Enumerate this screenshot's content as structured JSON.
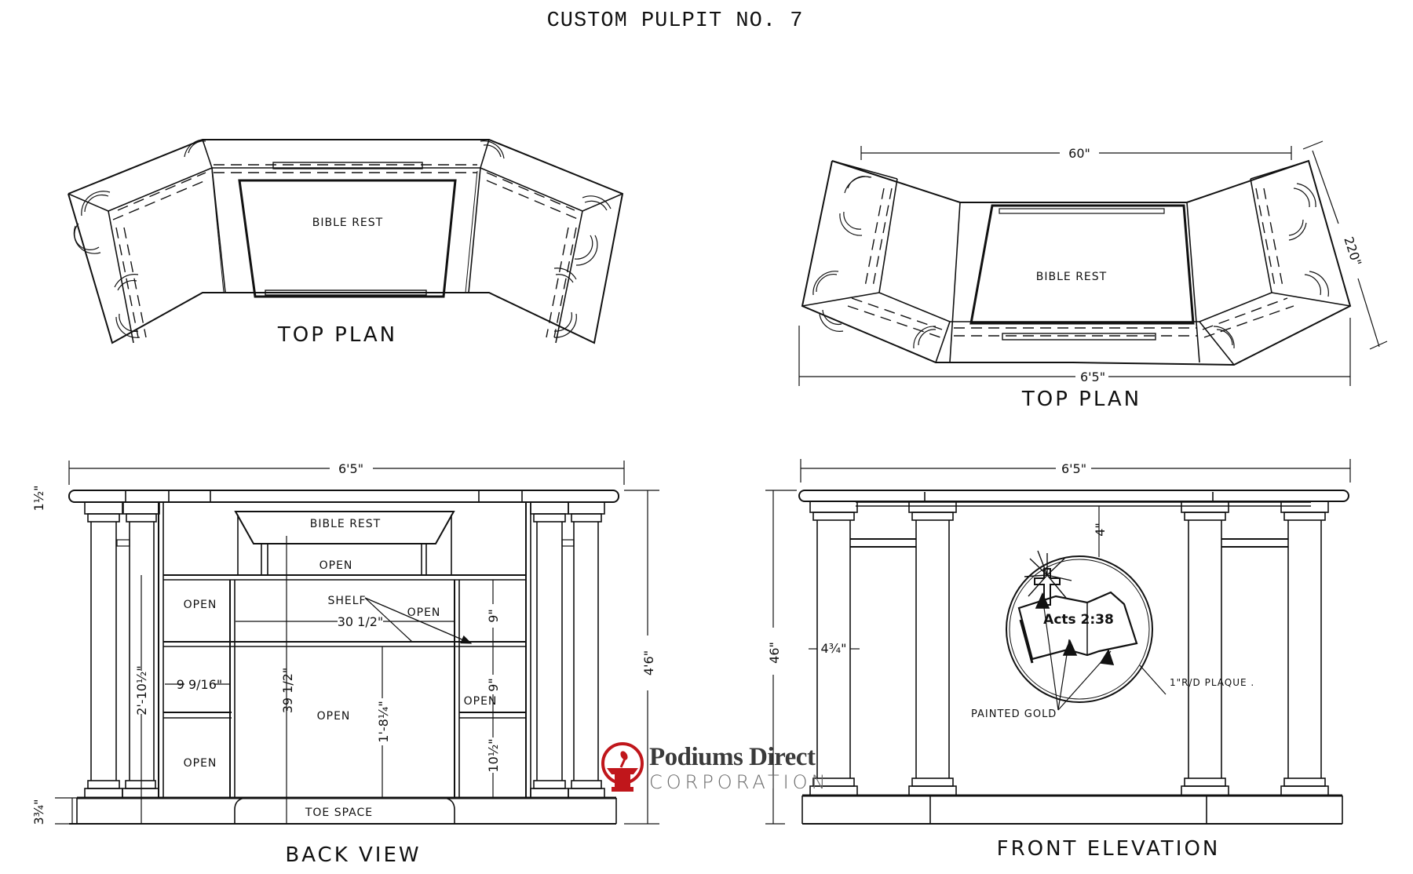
{
  "document": {
    "title": "CUSTOM PULPIT NO. 7",
    "ink_color": "#111111",
    "background": "#ffffff"
  },
  "views": {
    "top_plan_left": {
      "label": "TOP PLAN",
      "bible_rest": "BIBLE REST"
    },
    "top_plan_right": {
      "label": "TOP PLAN",
      "bible_rest": "BIBLE REST",
      "dim_top_width": "60\"",
      "dim_depth": "220\"",
      "dim_overall_width": "6'5\""
    },
    "back_view": {
      "label": "BACK VIEW",
      "dim_overall_width": "6'5\"",
      "dim_top_thickness": "1½\"",
      "dim_overall_height": "4'6\"",
      "dim_base_height": "3¾\"",
      "dim_interior_height": "39 1/2\"",
      "dim_shelf_width": "30 1/2\"",
      "dim_side_height": "2'-10½\"",
      "dim_side_width": "9 9/16\"",
      "dim_knee_height": "1'-8¼\"",
      "dim_shelf_upper": "9\"",
      "dim_shelf_middle": "9\"",
      "dim_shelf_lower": "10½\"",
      "bible_rest": "BIBLE REST",
      "shelf_label": "SHELF",
      "toe_space": "TOE SPACE",
      "open_labels": [
        "OPEN",
        "OPEN",
        "OPEN",
        "OPEN",
        "OPEN",
        "OPEN"
      ]
    },
    "front_elevation": {
      "label": "FRONT ELEVATION",
      "dim_overall_width": "6'5\"",
      "dim_overall_height": "46\"",
      "dim_column_width": "4¾\"",
      "dim_plaque_offset": "4\"",
      "plaque_text": "Acts 2:38",
      "plaque_callout": "1\"R/D PLAQUE .",
      "painted_callout": "PAINTED GOLD"
    }
  },
  "watermark": {
    "name": "Podiums Direct",
    "subtitle": "CORPORATION",
    "brand_color": "#c0161b",
    "text_color": "#3a3a3a"
  }
}
